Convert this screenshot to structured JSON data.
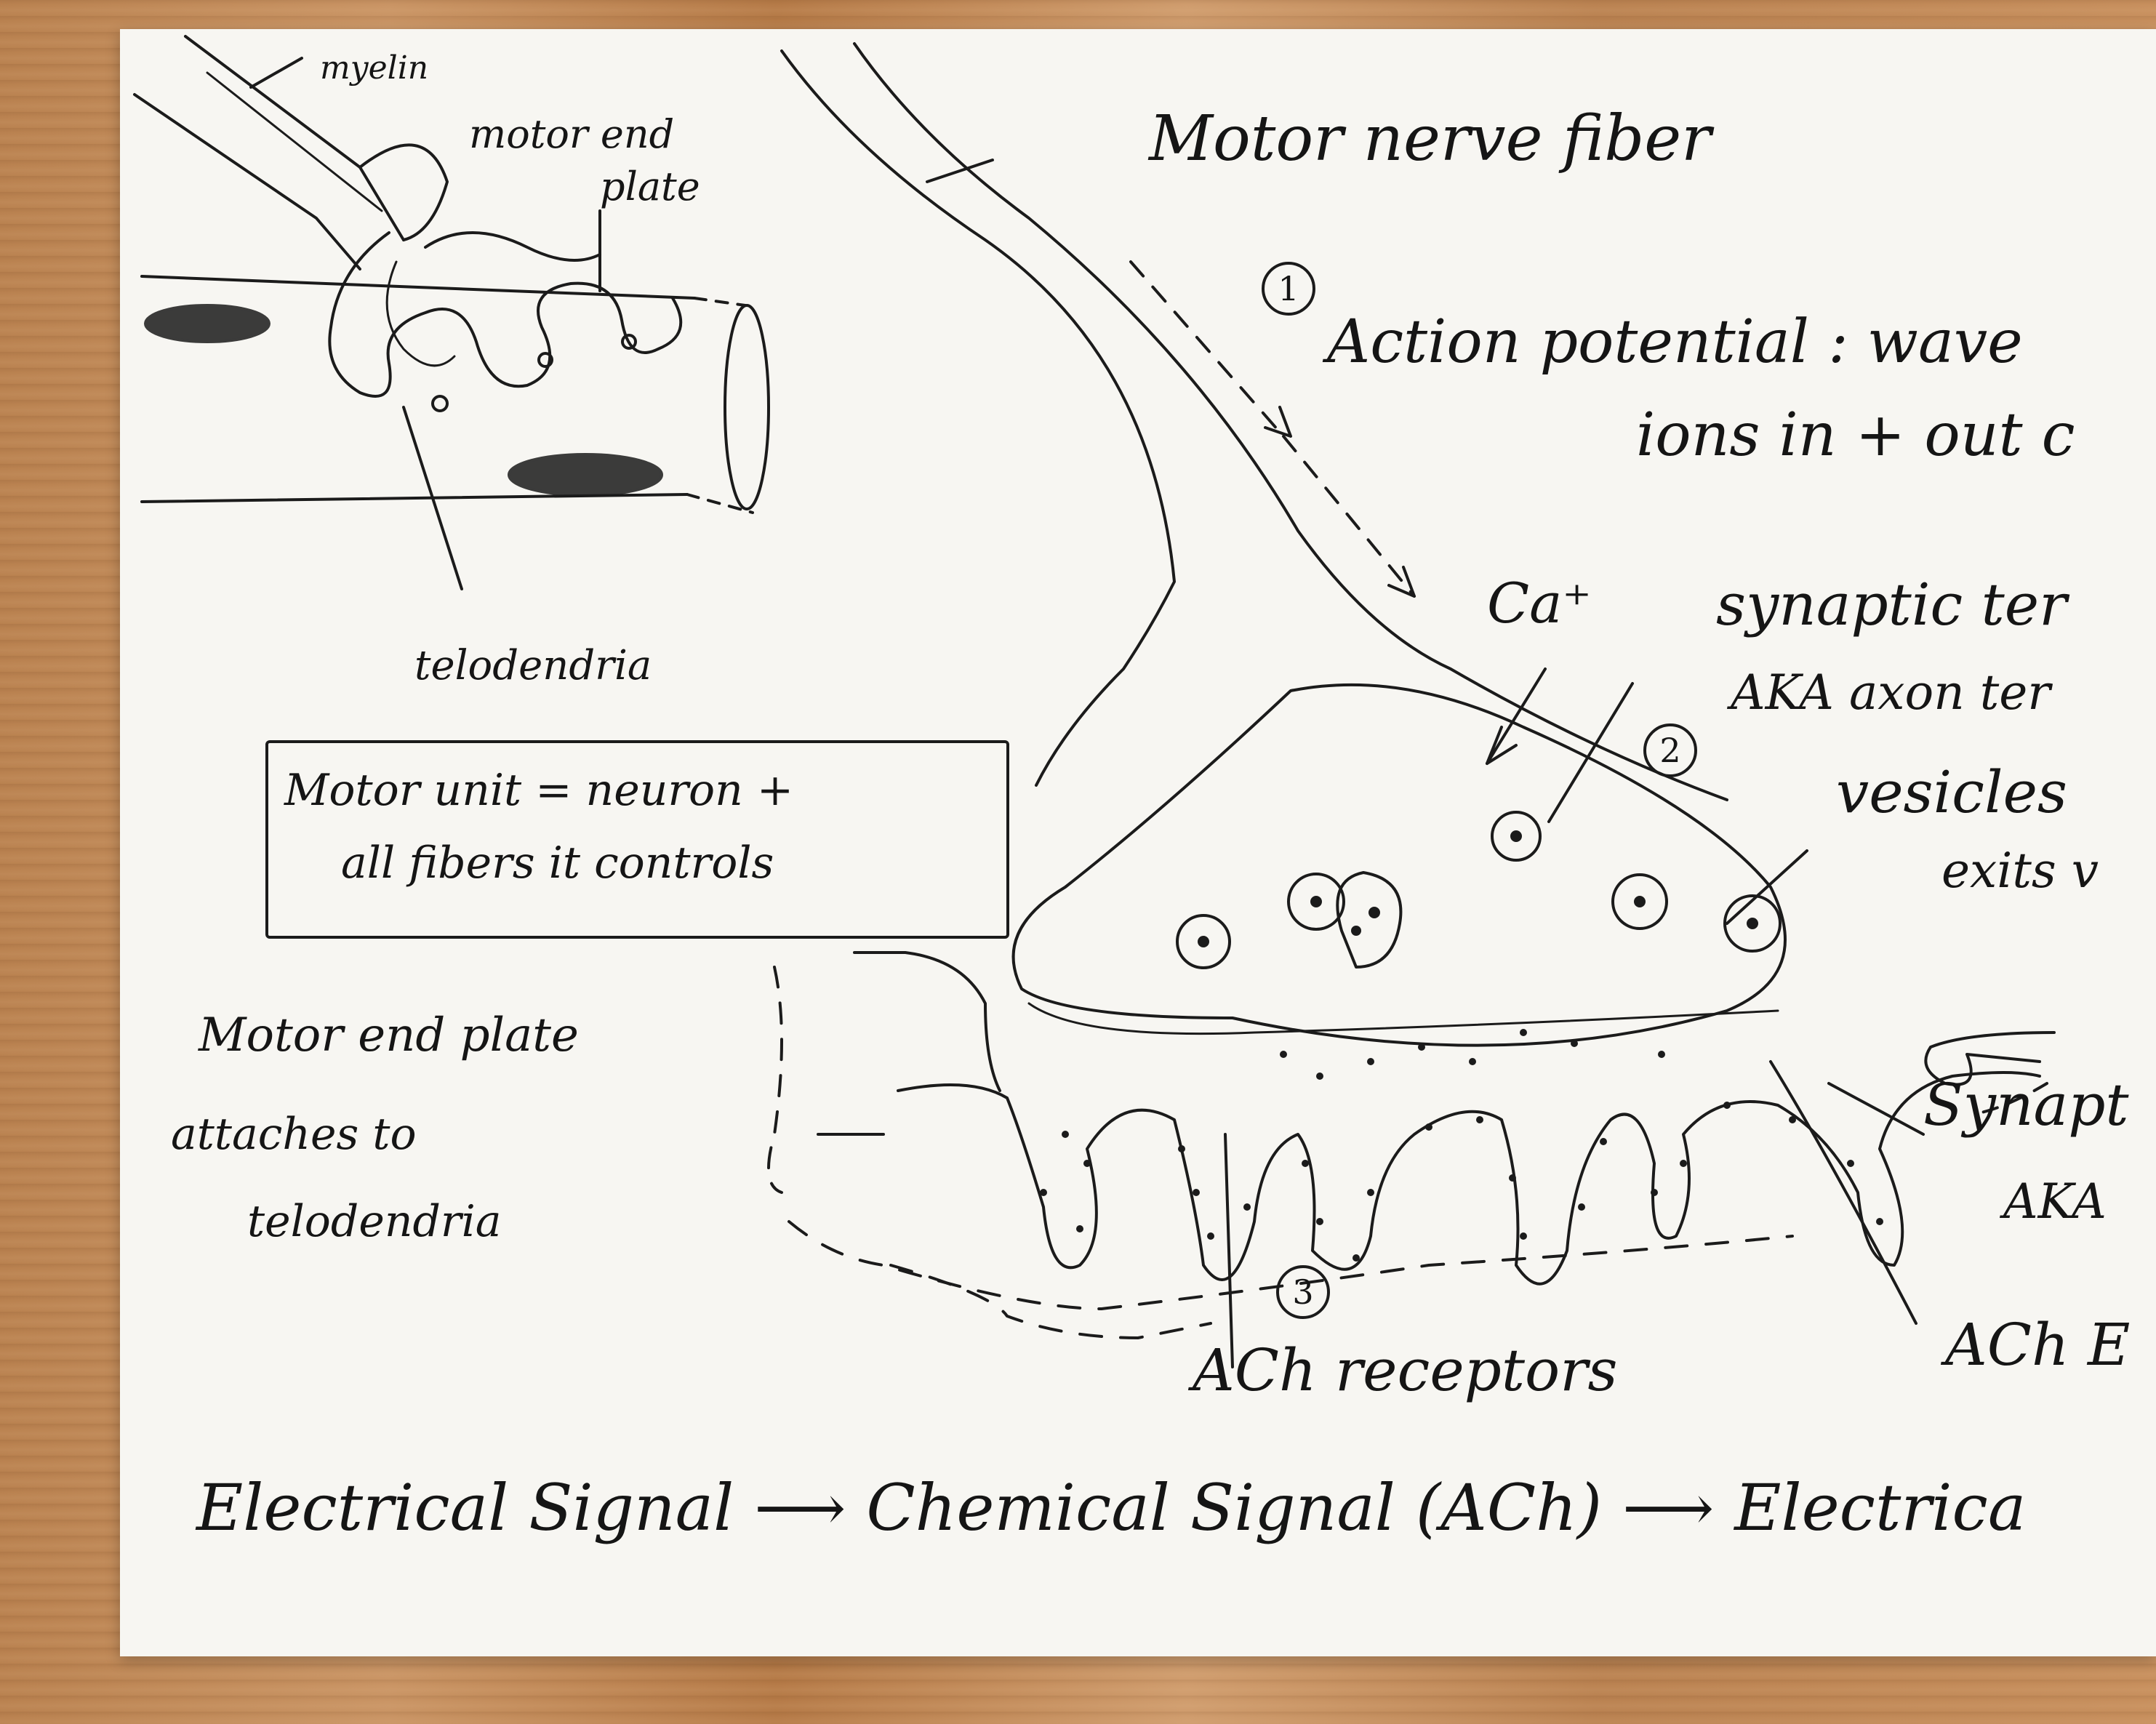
{
  "labels": {
    "myelin": "myelin",
    "motor_end_plate_top_1": "motor end",
    "motor_end_plate_top_2": "plate",
    "telodendria": "telodendria",
    "motor_unit_1": "Motor unit = neuron +",
    "motor_unit_2": "all fibers it controls",
    "motor_end_plate_1": "Motor end plate",
    "motor_end_plate_2": "attaches to",
    "motor_end_plate_3": "telodendria",
    "motor_nerve_fiber": "Motor nerve fiber",
    "step1": "1",
    "action_potential_1": "Action potential : wave",
    "action_potential_2": "ions in + out c",
    "ca": "Ca⁺",
    "synaptic_terminal_1": "synaptic ter",
    "synaptic_terminal_2": "AKA axon ter",
    "step2": "2",
    "vesicles_1": "vesicles",
    "vesicles_2": "exits v",
    "synaptic_cleft_1": "Synapt",
    "synaptic_cleft_2": "AKA",
    "step3": "3",
    "ach_receptors": "ACh receptors",
    "ach_e": "ACh E",
    "bottom_line": "Electrical Signal ⟶ Chemical Signal (ACh) ⟶ Electrica"
  }
}
